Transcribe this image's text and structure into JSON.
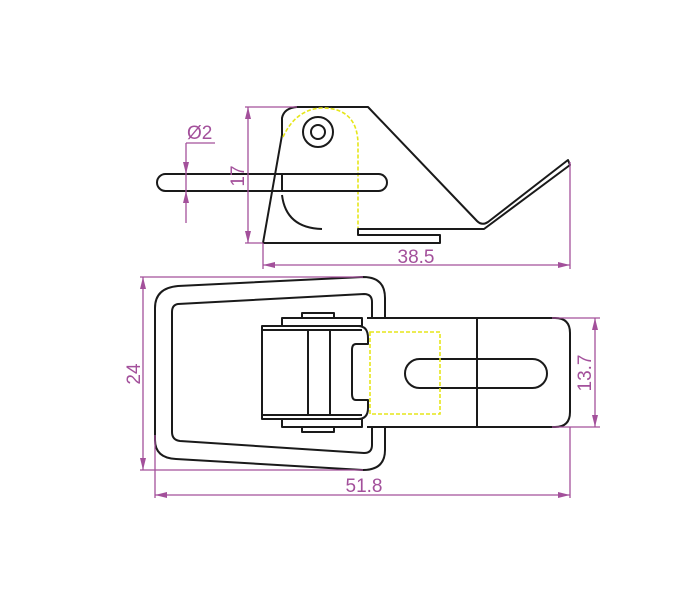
{
  "drawing": {
    "colors": {
      "outline": "#1a1a1a",
      "dimension": "#a3509b",
      "hidden_line": "#e6e61a"
    },
    "side_view": {
      "pin_diameter_label": "Ø2",
      "height_label": "17",
      "length_label": "38.5"
    },
    "top_view": {
      "height_label": "24",
      "hasp_width_label": "13.7",
      "overall_length_label": "51.8"
    }
  }
}
